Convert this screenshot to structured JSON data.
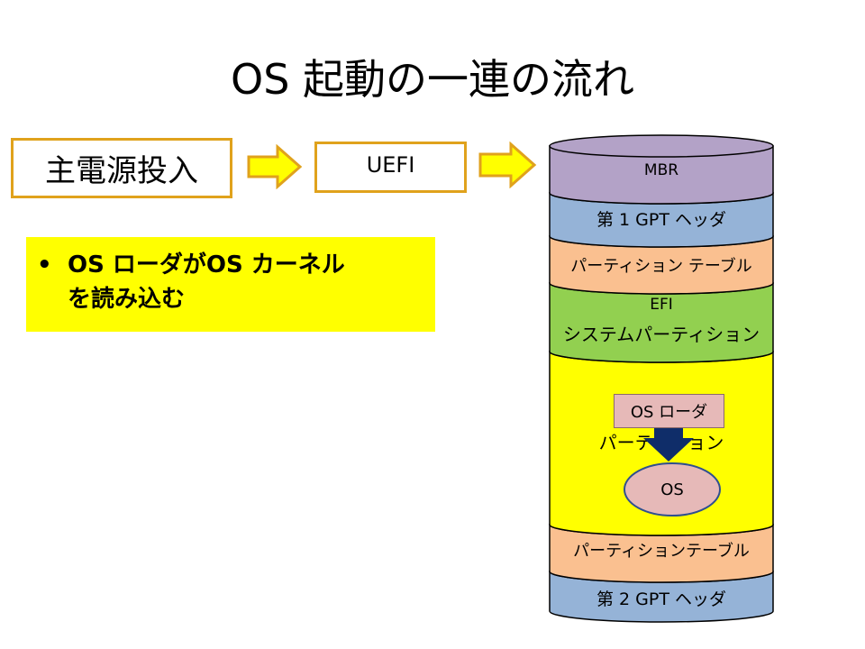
{
  "title": "OS 起動の一連の流れ",
  "flow": {
    "power_on": "主電源投入",
    "uefi": "UEFI"
  },
  "bullet": {
    "marker": "•",
    "text_line1": "OS ローダがOS カーネル",
    "text_line2": "を読み込む"
  },
  "disk": {
    "segments": [
      {
        "label": "MBR",
        "color": "#B3A2C7"
      },
      {
        "label": "第 1 GPT ヘッダ",
        "color": "#95B3D7"
      },
      {
        "label": "パーティション テーブル",
        "color": "#FAC090"
      },
      {
        "label_line1": "EFI",
        "label_line2": "システムパーティション",
        "color": "#92D050"
      },
      {
        "label": "パーティション",
        "color": "#FFFF00"
      },
      {
        "label": "パーティションテーブル",
        "color": "#FAC090"
      },
      {
        "label": "第 2 GPT ヘッダ",
        "color": "#95B3D7"
      }
    ],
    "os_loader": "OS ローダ",
    "os": "OS"
  },
  "colors": {
    "flow_border": "#E0A21C",
    "arrow_fill": "#FFFF00",
    "loader_fill": "#E6B9B8",
    "load_arrow": "#0F2D69"
  }
}
